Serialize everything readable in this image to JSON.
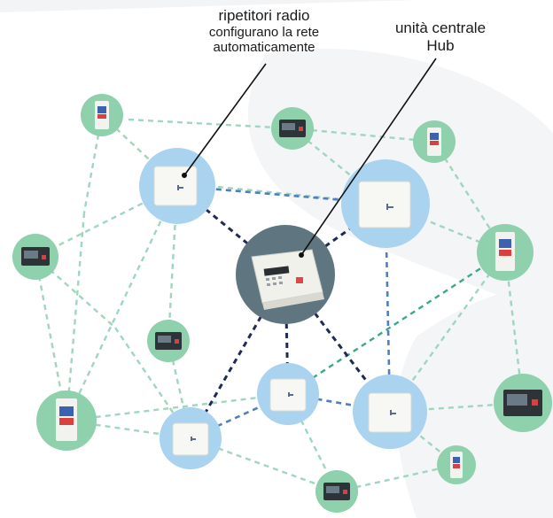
{
  "labels": {
    "repeaters": {
      "line1": "ripetitori radio",
      "line2": "configurano la rete",
      "line3": "automaticamente"
    },
    "hub": {
      "line1": "unità centrale",
      "line2": "Hub"
    }
  },
  "colors": {
    "repeater_fill": "#a9d3ee",
    "device_fill": "#8fd0ad",
    "hub_fill": "#5f7680",
    "background_shape": "#f1f3f5",
    "link_device": "#9fd6bd",
    "link_repeater": "#4f7fc0",
    "link_hub": "#1e2b55"
  },
  "icons": {
    "repeater": "wireless-repeater-icon",
    "hub": "alarm-control-panel-icon",
    "keypad": "keypad-device-icon",
    "sensor": "door-sensor-icon"
  }
}
